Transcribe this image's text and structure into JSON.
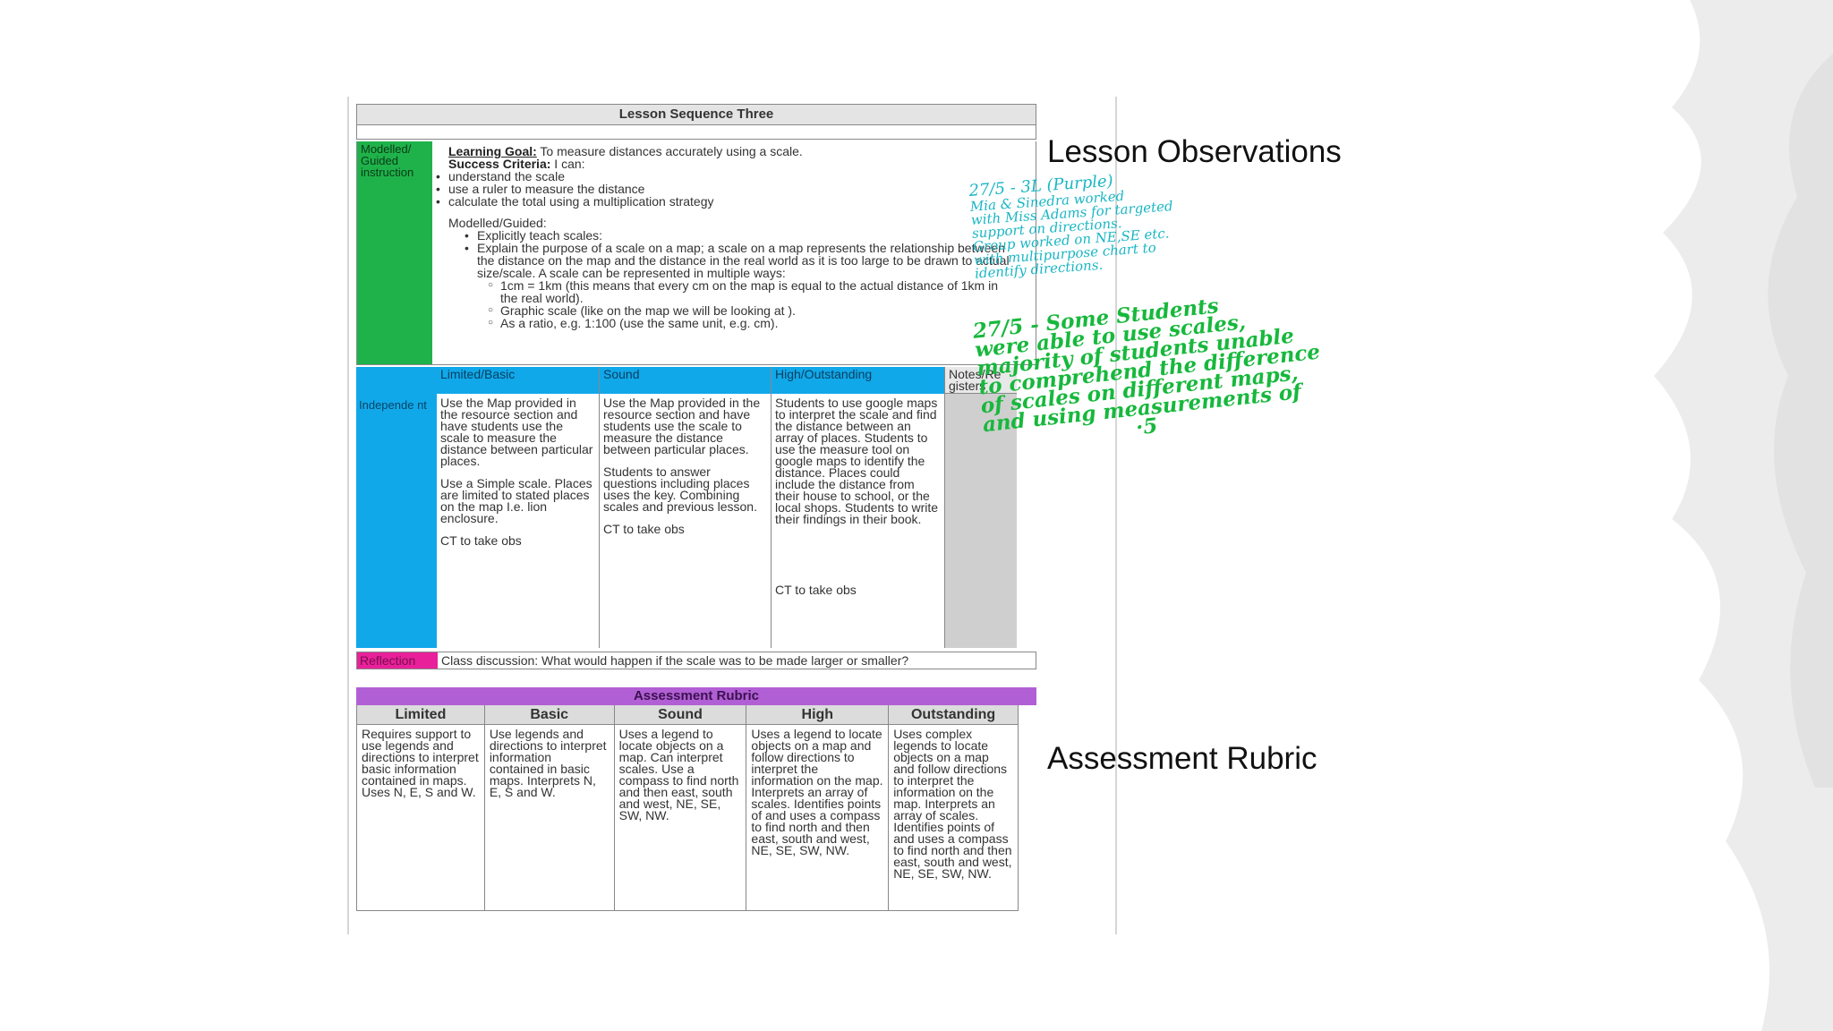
{
  "captions": {
    "observations": "Lesson Observations",
    "rubric": "Assessment Rubric"
  },
  "lesson": {
    "title": "Lesson Sequence Three",
    "modelled_label": "Modelled/ Guided instruction",
    "learning_goal_label": "Learning Goal:",
    "learning_goal_text": " To measure distances accurately using a scale.",
    "success_label": "Success Criteria:",
    "success_text": " I can:",
    "criteria": [
      "understand the scale",
      "use a ruler to measure the distance",
      "calculate the total using a multiplication strategy"
    ],
    "guided_heading": "Modelled/Guided:",
    "guided_items": [
      "Explicitly teach scales:",
      "Explain the purpose of a scale on a map; a scale on a map represents the relationship between the distance on the map and the distance in the real world as it is too large to be drawn to actual size/scale. A scale can be represented in multiple ways:"
    ],
    "scale_ways": [
      "1cm = 1km (this means that every cm on the map is equal to the actual distance of 1km in the real world).",
      "Graphic scale (like on the map we will be looking at ).",
      "As a ratio, e.g. 1:100 (use the same unit, e.g. cm)."
    ],
    "independent_label": "Independe nt",
    "columns": [
      {
        "header": "Limited/Basic",
        "paragraphs": [
          "Use the Map provided in the resource section and have students use the scale to measure the distance between particular places.",
          "Use a Simple scale. Places are limited to stated places on the map I.e. lion enclosure.",
          "CT to take obs"
        ]
      },
      {
        "header": "Sound",
        "paragraphs": [
          "Use the Map provided in the resource section and have students use the scale to measure the distance between particular places.",
          "Students to answer questions including places uses the key. Combining scales and previous lesson.",
          "CT to take obs"
        ]
      },
      {
        "header": "High/Outstanding",
        "paragraphs": [
          "Students to use google maps to interpret the scale and find the distance between an array of places. Students to use the measure tool on google maps to identify the distance. Places could include the distance from their house to school, or the local shops. Students to write their findings in their book.",
          "CT to take obs"
        ]
      }
    ],
    "notes_header": "Notes/Re gisters",
    "reflection_label": "Reflection",
    "reflection_text": "Class discussion: What would happen if the scale was to be made larger or smaller?"
  },
  "rubric": {
    "title": "Assessment Rubric",
    "columns": [
      {
        "header": "Limited",
        "text": "Requires support to use legends and directions to interpret basic information contained in maps. Uses N, E, S and W."
      },
      {
        "header": "Basic",
        "text": "Use legends and directions to interpret information contained in basic maps. Interprets N, E, S and W."
      },
      {
        "header": "Sound",
        "text": "Uses a legend to locate objects on a map. Can interpret scales. Use a compass to find north and then east, south and west, NE, SE, SW, NW."
      },
      {
        "header": "High",
        "text": "Uses a legend to locate objects on a map and follow directions to interpret the information on the map. Interprets an array of scales. Identifies points of and uses a compass to find north and then east, south and west, NE, SE, SW, NW."
      },
      {
        "header": "Outstanding",
        "text": "Uses complex legends to locate objects on a map and follow directions to interpret the information on the map. Interprets an array of scales. Identifies points of and uses a compass to find north and then east, south and west, NE, SE, SW, NW."
      }
    ]
  },
  "handwriting": {
    "teal": [
      "27/5 - 3L (Purple)",
      "Mia & Sinedra worked",
      "with Miss Adams for targeted",
      "support on directions.",
      "Group worked on NE,SE etc.",
      "with multipurpose chart to",
      "identify directions."
    ],
    "green": [
      "27/5 - Some Students",
      "were able to use scales,",
      "majority of students unable",
      "to comprehend the difference",
      "of scales on different maps,",
      "and using measurements of",
      "·5"
    ]
  }
}
